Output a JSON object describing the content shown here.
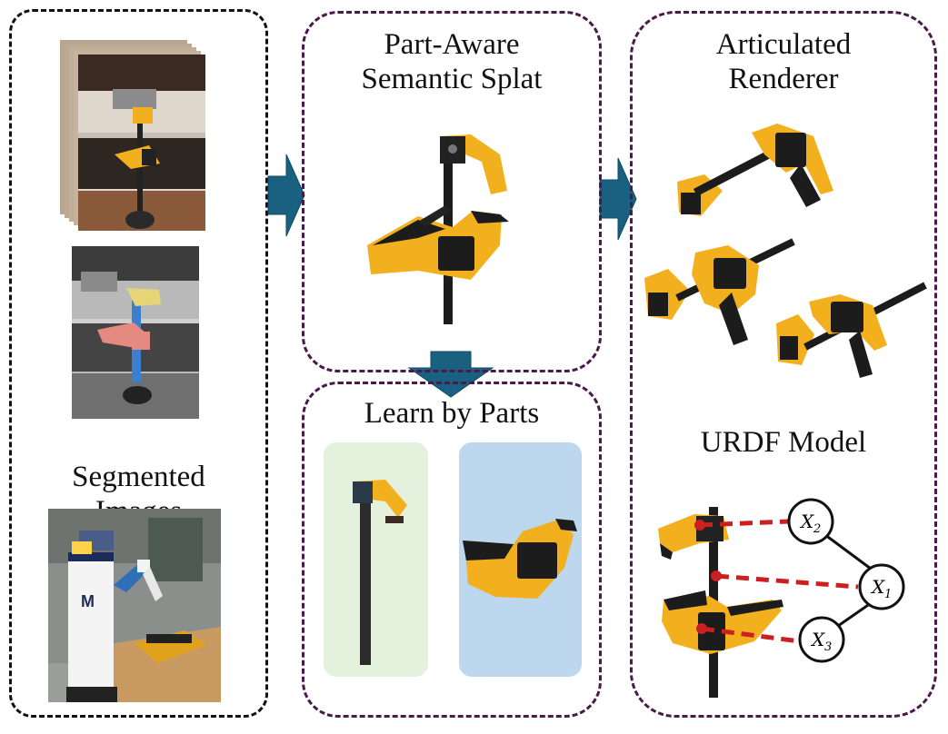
{
  "left_panel": {
    "title": "Segmented\nImages"
  },
  "splat_panel": {
    "title_line1": "Part-Aware",
    "title_line2": "Semantic Splat"
  },
  "parts_panel": {
    "title": "Learn by Parts"
  },
  "right_panel": {
    "title_line1": "Articulated",
    "title_line2": "Renderer",
    "urdf_title": "URDF Model"
  },
  "graph": {
    "nodes": [
      {
        "id": "X_2"
      },
      {
        "id": "X_1"
      },
      {
        "id": "X_3"
      }
    ]
  },
  "colors": {
    "arrow": "#1a6080",
    "dash_black": "#111111",
    "dash_purple": "#4a1a4a",
    "clamp_yellow": "#f2b01e",
    "link_red": "#cc1f1f",
    "part_green": "#e4f1dd",
    "part_blue": "#bcd7ee"
  }
}
